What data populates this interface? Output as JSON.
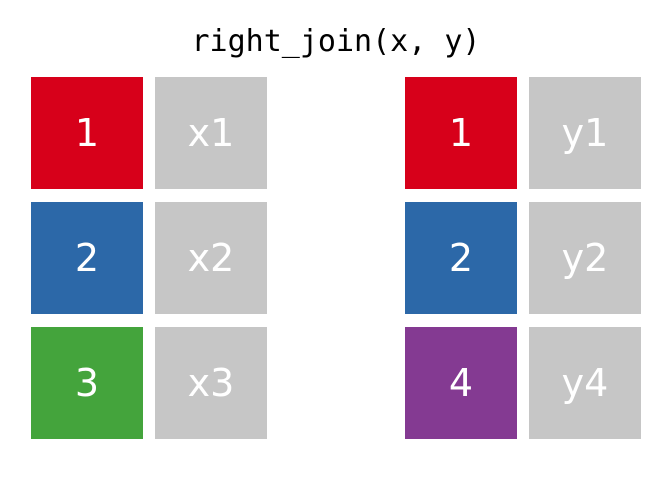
{
  "title": "right_join(x, y)",
  "colors": {
    "red": "#d7001a",
    "blue": "#2c68a8",
    "green": "#44a43c",
    "purple": "#843a92",
    "grey": "#c6c6c6",
    "text": "#ffffff"
  },
  "table_x": {
    "rows": [
      {
        "key": "1",
        "value": "x1",
        "key_color": "#d7001a"
      },
      {
        "key": "2",
        "value": "x2",
        "key_color": "#2c68a8"
      },
      {
        "key": "3",
        "value": "x3",
        "key_color": "#44a43c"
      }
    ]
  },
  "table_y": {
    "rows": [
      {
        "key": "1",
        "value": "y1",
        "key_color": "#d7001a"
      },
      {
        "key": "2",
        "value": "y2",
        "key_color": "#2c68a8"
      },
      {
        "key": "4",
        "value": "y4",
        "key_color": "#843a92"
      }
    ]
  }
}
